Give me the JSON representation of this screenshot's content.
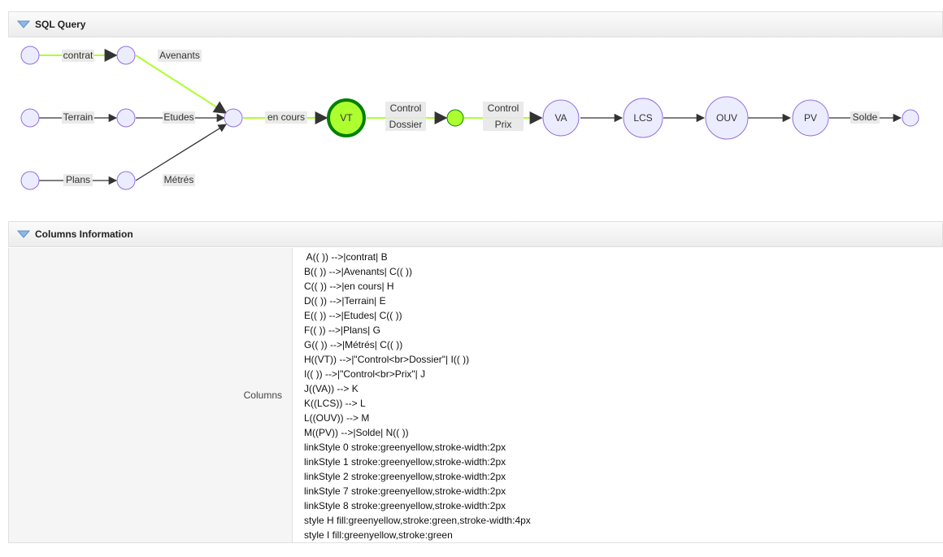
{
  "panels": {
    "sql_query": {
      "title": "SQL Query"
    },
    "columns_info": {
      "title": "Columns Information"
    }
  },
  "colors": {
    "node_fill": "#ECECFF",
    "node_stroke": "#9370DB",
    "highlight_fill": "#ADFF2F",
    "highlight_stroke": "#008000",
    "link_default": "#333333",
    "link_highlight": "#ADFF2F"
  },
  "diagram": {
    "nodes": {
      "A": "",
      "B": "",
      "C": "",
      "D": "",
      "E": "",
      "F": "",
      "G": "",
      "H": "VT",
      "I": "",
      "J": "VA",
      "K": "LCS",
      "L": "OUV",
      "M": "PV",
      "N": ""
    },
    "edges": {
      "A_B": "contrat",
      "B_C": "Avenants",
      "C_H": "en cours",
      "D_E": "Terrain",
      "E_C": "Etudes",
      "F_G": "Plans",
      "G_C": "Métrés",
      "H_I_1": "Control",
      "H_I_2": "Dossier",
      "I_J_1": "Control",
      "I_J_2": "Prix",
      "M_N": "Solde"
    }
  },
  "columns": {
    "label": "Columns",
    "lines": [
      " A(( )) -->|contrat| B",
      "B(( )) -->|Avenants| C(( ))",
      "C(( )) -->|en cours| H",
      "D(( )) -->|Terrain| E",
      "E(( )) -->|Etudes| C(( ))",
      "F(( )) -->|Plans| G",
      "G(( )) -->|Métrés| C(( ))",
      "H((VT)) -->|\"Control<br>Dossier\"| I(( ))",
      "I(( )) -->|\"Control<br>Prix\"| J",
      "J((VA)) --> K",
      "K((LCS)) --> L",
      "L((OUV)) --> M",
      "M((PV)) -->|Solde| N(( ))",
      "linkStyle 0 stroke:greenyellow,stroke-width:2px",
      "linkStyle 1 stroke:greenyellow,stroke-width:2px",
      "linkStyle 2 stroke:greenyellow,stroke-width:2px",
      "linkStyle 7 stroke:greenyellow,stroke-width:2px",
      "linkStyle 8 stroke:greenyellow,stroke-width:2px",
      "style H fill:greenyellow,stroke:green,stroke-width:4px",
      "style I fill:greenyellow,stroke:green"
    ]
  }
}
